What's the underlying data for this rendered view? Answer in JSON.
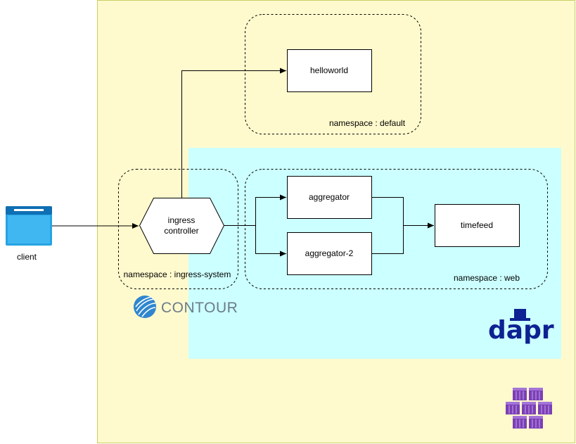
{
  "colors": {
    "cluster_fill": "#fffacd",
    "cluster_border": "#cccc66",
    "dapr_fill": "#ccffff",
    "node_border": "#000000",
    "client_blue": "#1f96d3",
    "contour_blue": "#2f86cf",
    "contour_text": "#6b7b8a",
    "dapr_navy": "#0d2192",
    "aks_purple": "#7b3fb5"
  },
  "icons": {
    "client": "browser-window-icon",
    "contour": "contour-logo-icon",
    "dapr": "dapr-hat-icon",
    "aks": "kubernetes-cubes-icon"
  },
  "client": {
    "label": "client"
  },
  "nodes": {
    "helloworld": "helloworld",
    "ingress_line1": "ingress",
    "ingress_line2": "controller",
    "aggregator": "aggregator",
    "aggregator2": "aggregator-2",
    "timefeed": "timefeed"
  },
  "namespaces": {
    "default": "namespace : default",
    "ingress": "namespace : ingress-system",
    "web": "namespace : web"
  },
  "logos": {
    "contour": "CONTOUR",
    "dapr": "dapr"
  }
}
